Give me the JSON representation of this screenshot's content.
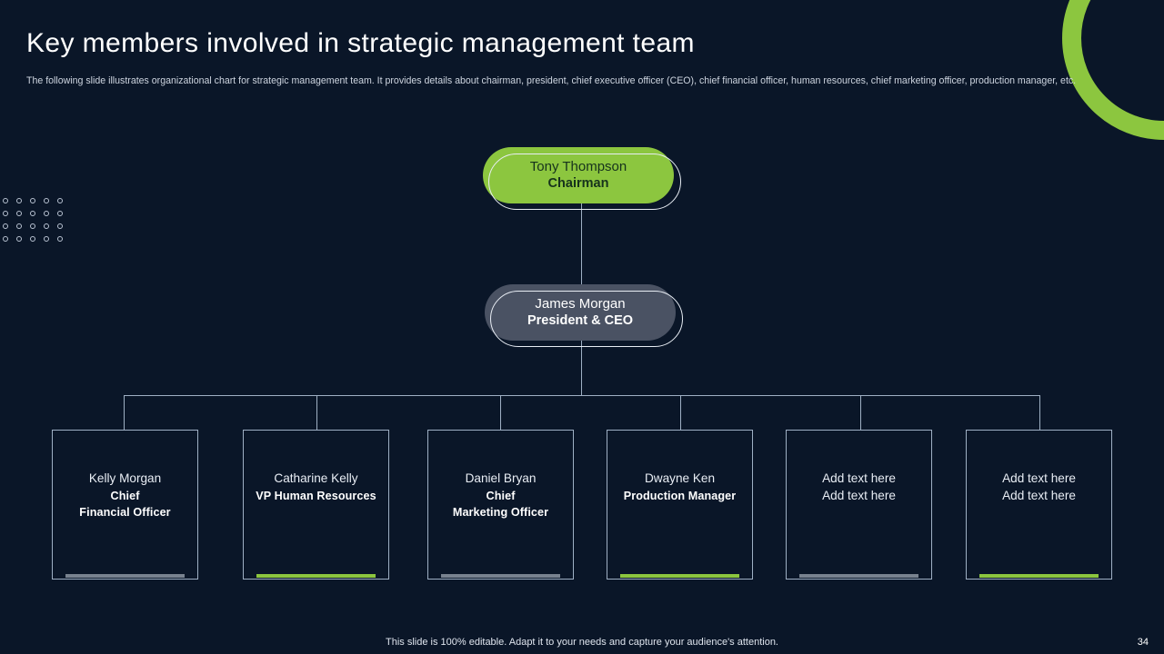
{
  "header": {
    "title": "Key members involved in strategic management team",
    "subtitle": "The following slide illustrates organizational chart for strategic management team. It provides details about chairman, president, chief executive officer (CEO),  chief financial officer, human resources, chief marketing officer, production manager, etc."
  },
  "colors": {
    "background": "#0a1628",
    "accent_green": "#8cc63f",
    "node_gray": "#4a5263",
    "line": "#9fb0c4",
    "bar_gray": "#78828f"
  },
  "org_chart": {
    "chairman": {
      "name": "Tony Thompson",
      "role": "Chairman"
    },
    "president": {
      "name": "James Morgan",
      "role": "President & CEO"
    },
    "members": [
      {
        "name": "Kelly Morgan",
        "role": "Chief\nFinancial Officer",
        "role_line1": "Chief",
        "role_line2": "Financial Officer",
        "bar": "gray",
        "placeholder": false
      },
      {
        "name": "Catharine Kelly",
        "role": "VP Human Resources",
        "role_line1": "VP Human Resources",
        "role_line2": "",
        "bar": "green",
        "placeholder": false
      },
      {
        "name": "Daniel Bryan",
        "role": "Chief\nMarketing Officer",
        "role_line1": "Chief",
        "role_line2": "Marketing Officer",
        "bar": "gray",
        "placeholder": false
      },
      {
        "name": "Dwayne Ken",
        "role": "Production Manager",
        "role_line1": "Production Manager",
        "role_line2": "",
        "bar": "green",
        "placeholder": false
      },
      {
        "name": "Add text here",
        "role": "Add text here",
        "role_line1": "Add text here",
        "role_line2": "",
        "bar": "gray",
        "placeholder": true
      },
      {
        "name": "Add text here",
        "role": "Add text here",
        "role_line1": "Add text here",
        "role_line2": "",
        "bar": "green",
        "placeholder": true
      }
    ]
  },
  "decorations": {
    "ring": "green-ring-arc",
    "dot_grid": "dot-grid-decoration"
  },
  "footer": {
    "note": "This slide is 100% editable. Adapt it to your needs and capture your audience's attention.",
    "page_number": "34"
  }
}
